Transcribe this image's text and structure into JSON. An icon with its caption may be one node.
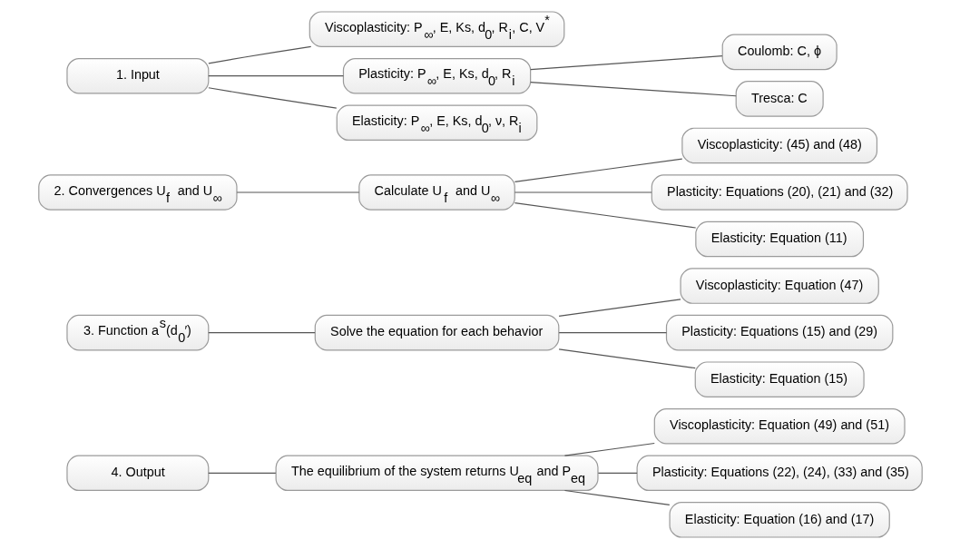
{
  "diagram": {
    "nodes": [
      {
        "text": [
          "1. Input"
        ]
      },
      {
        "text": [
          "Elasticity: P$_{∞}$, E, Ks, d$_{0}$, ν, R$_{i}$"
        ]
      },
      {
        "text": [
          "Plasticity: P$_{∞}$, E, Ks, d$_{0}$, R$_{i}$"
        ]
      },
      {
        "text": [
          "Viscoplasticity: P$_{∞}$, E, Ks, d$_{0}$, R$_{i}$, C, V$^{*}$"
        ]
      },
      {
        "text": [
          "Tresca: C"
        ]
      },
      {
        "text": [
          "Coulomb: C, ϕ"
        ]
      },
      {
        "text": [
          "2. Convergences U$_{f}$ and U$_{∞}$"
        ]
      },
      {
        "text": [
          "Calculate U$_{f}$ and U$_{∞}$"
        ]
      },
      {
        "text": [
          "Elasticity: Equation (11)"
        ]
      },
      {
        "text": [
          "Plasticity: Equations (20), (21) and (32)"
        ]
      },
      {
        "text": [
          "Viscoplasticity: (45) and (48)"
        ]
      },
      {
        "text": [
          "3. Function a$^{s}$(d$_{0}$′)"
        ]
      },
      {
        "text": [
          "Solve the equation for each behavior"
        ]
      },
      {
        "text": [
          "Elasticity: Equation (15)"
        ]
      },
      {
        "text": [
          "Plasticity: Equations (15) and (29)"
        ]
      },
      {
        "text": [
          "Viscoplasticity: Equation (47)"
        ]
      },
      {
        "text": [
          "4. Output"
        ]
      },
      {
        "text": [
          "The equilibrium of the system returns U$_{eq}$ and P$_{eq}$"
        ]
      },
      {
        "text": [
          "Elasticity: Equation (16) and (17)"
        ]
      },
      {
        "text": [
          "Plasticity: Equations (22), (24), (33) and (35)"
        ]
      },
      {
        "text": [
          "Viscoplasticity: Equation (49) and (51)"
        ]
      }
    ],
    "edges": [
      {
        "from": 0,
        "to": 1,
        "arrow": "none"
      },
      {
        "from": 0,
        "to": 2,
        "arrow": "none"
      },
      {
        "from": 0,
        "to": 3,
        "arrow": "none"
      },
      {
        "from": 2,
        "to": 4,
        "arrow": "none"
      },
      {
        "from": 2,
        "to": 5,
        "arrow": "none"
      },
      {
        "from": 6,
        "to": 7,
        "arrow": "none"
      },
      {
        "from": 7,
        "to": 8,
        "arrow": "none"
      },
      {
        "from": 7,
        "to": 9,
        "arrow": "none"
      },
      {
        "from": 7,
        "to": 10,
        "arrow": "none"
      },
      {
        "from": 11,
        "to": 12,
        "arrow": "none"
      },
      {
        "from": 12,
        "to": 13,
        "arrow": "none"
      },
      {
        "from": 12,
        "to": 14,
        "arrow": "none"
      },
      {
        "from": 12,
        "to": 15,
        "arrow": "none"
      },
      {
        "from": 16,
        "to": 17,
        "arrow": "none"
      },
      {
        "from": 17,
        "to": 18,
        "arrow": "none"
      },
      {
        "from": 17,
        "to": 19,
        "arrow": "none"
      },
      {
        "from": 17,
        "to": 20,
        "arrow": "none"
      }
    ]
  }
}
